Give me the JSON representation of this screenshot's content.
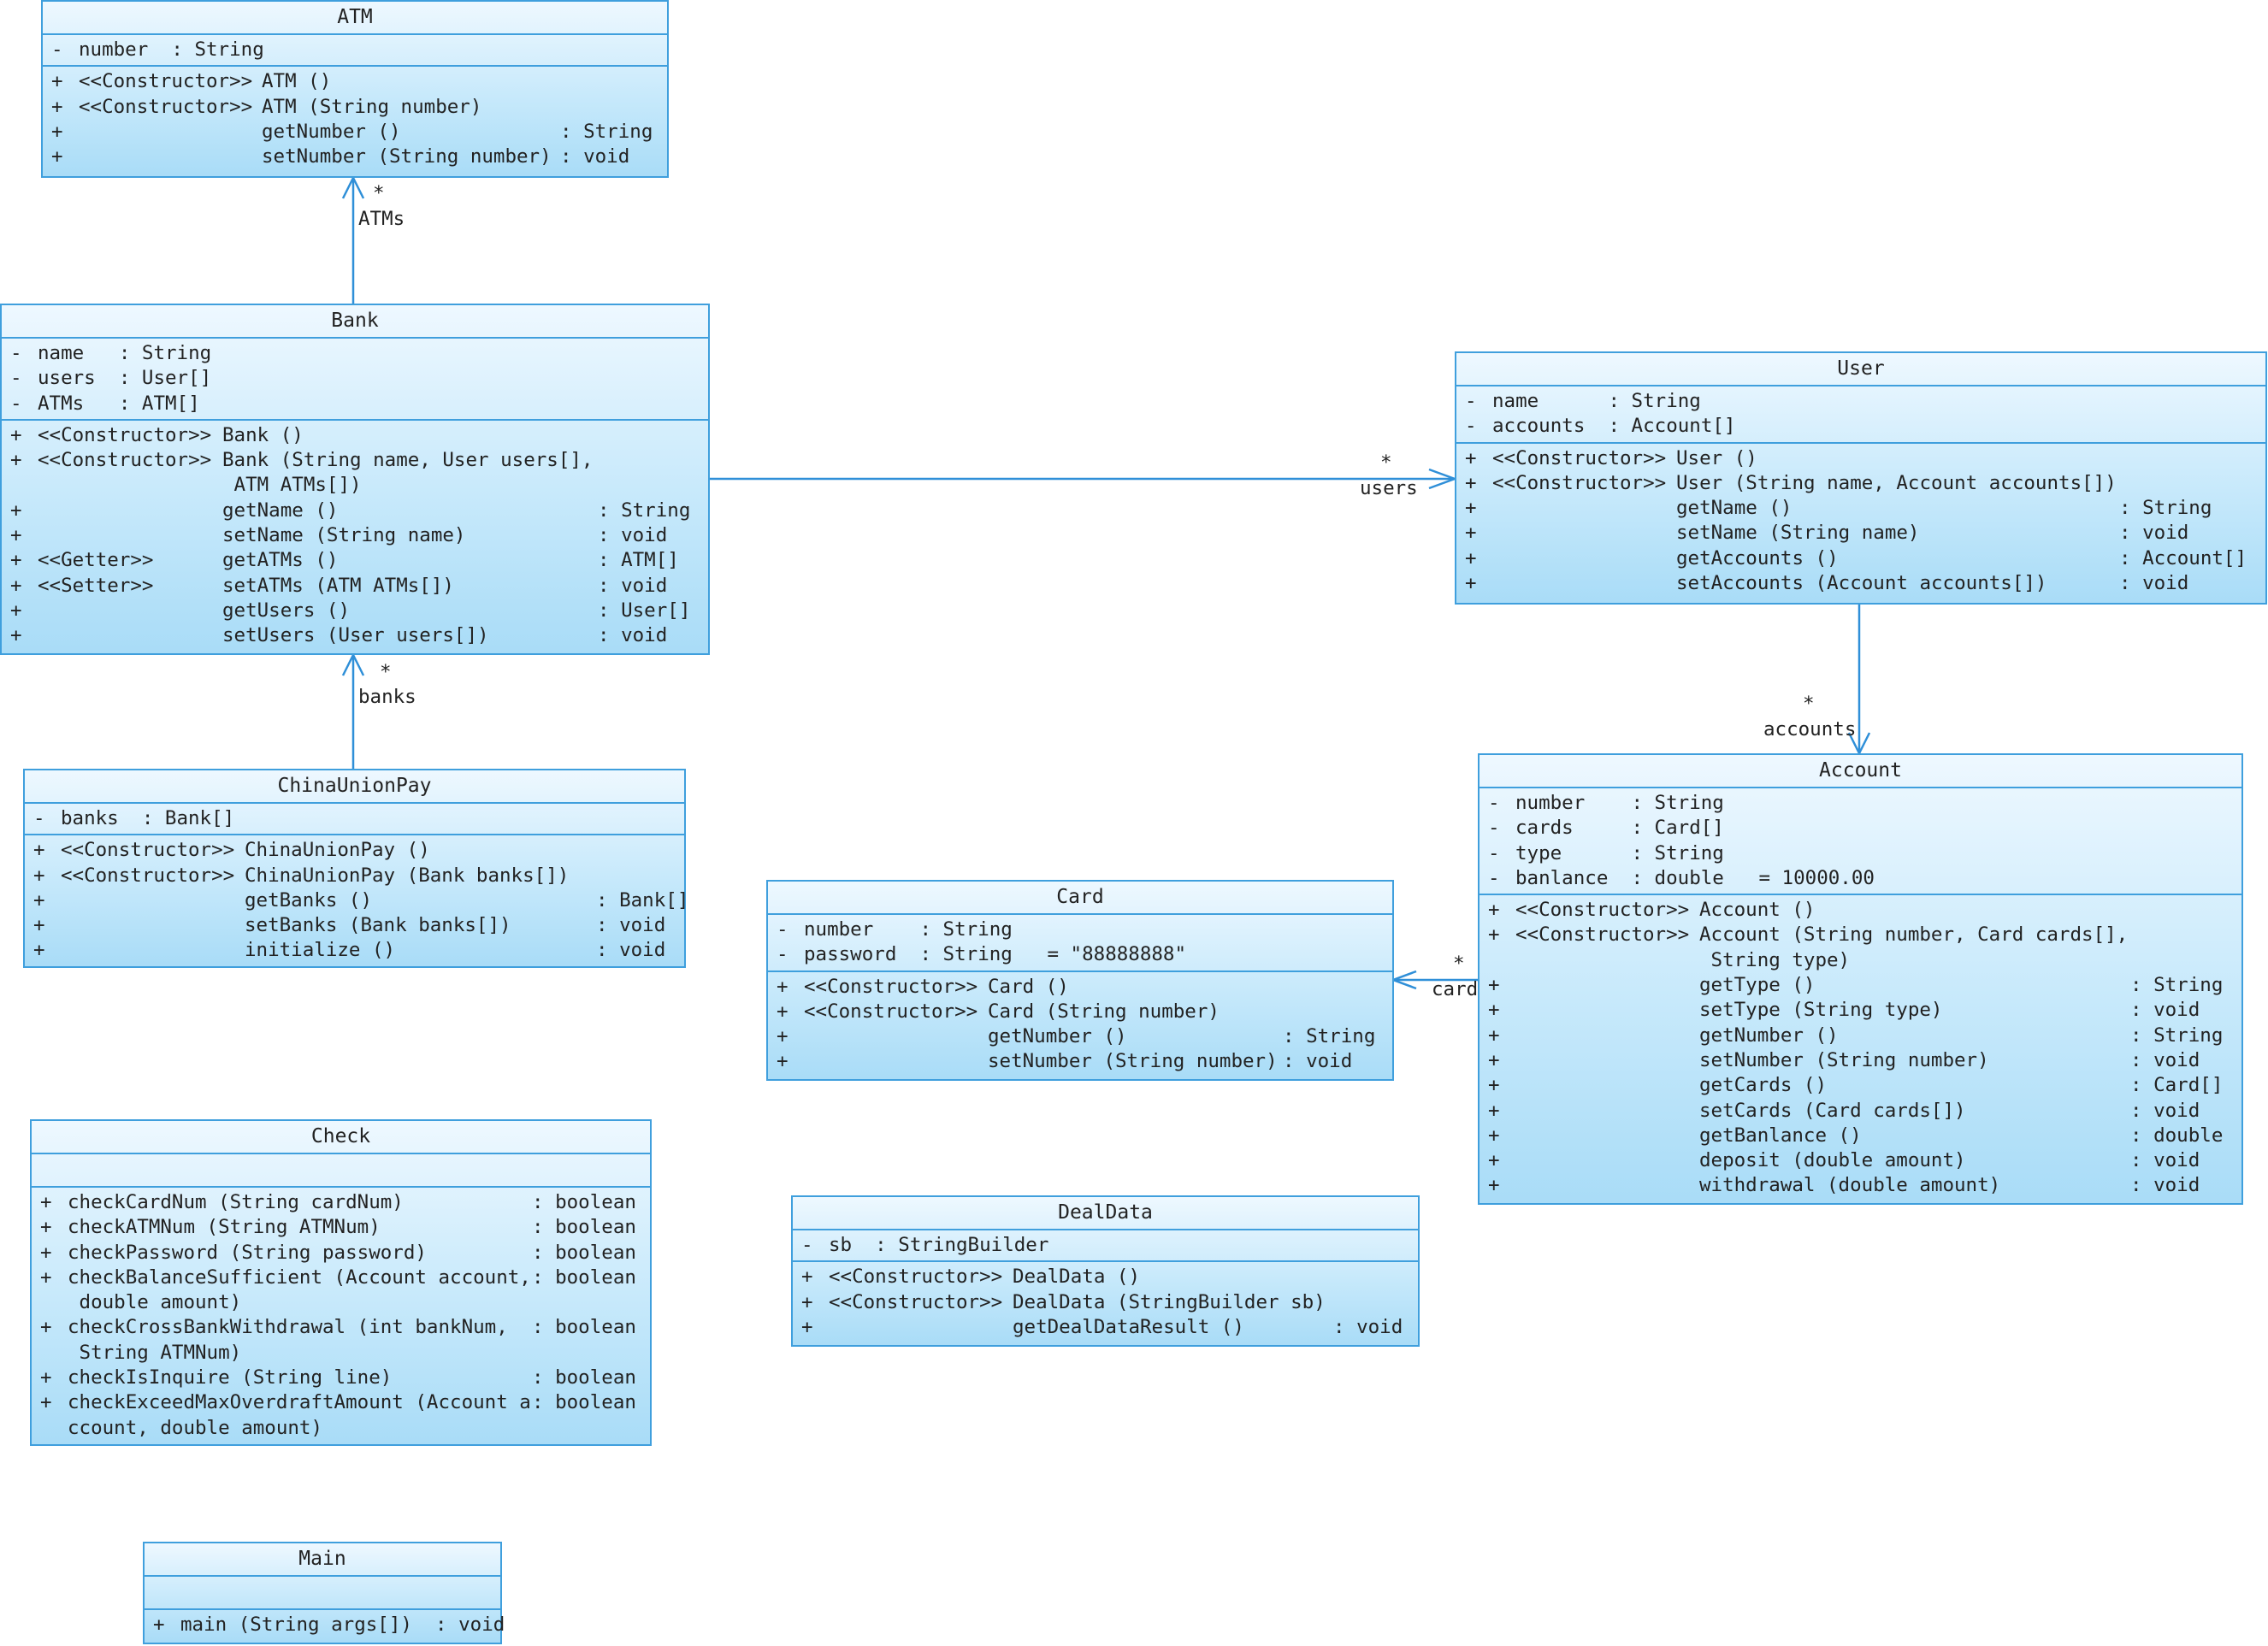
{
  "classes": {
    "atm": {
      "name": "ATM",
      "attributes": [
        {
          "vis": "-",
          "text": "number  : String"
        }
      ],
      "operations": [
        {
          "vis": "+",
          "stereo": "<<Constructor>>",
          "sig": "ATM ()",
          "ret": ""
        },
        {
          "vis": "+",
          "stereo": "<<Constructor>>",
          "sig": "ATM (String number)",
          "ret": ""
        },
        {
          "vis": "+",
          "stereo": "",
          "sig": "getNumber ()",
          "ret": ": String"
        },
        {
          "vis": "+",
          "stereo": "",
          "sig": "setNumber (String number)",
          "ret": ": void"
        }
      ]
    },
    "bank": {
      "name": "Bank",
      "attributes": [
        {
          "vis": "-",
          "text": "name   : String"
        },
        {
          "vis": "-",
          "text": "users  : User[]"
        },
        {
          "vis": "-",
          "text": "ATMs   : ATM[]"
        }
      ],
      "operations": [
        {
          "vis": "+",
          "stereo": "<<Constructor>>",
          "sig": "Bank ()",
          "ret": ""
        },
        {
          "vis": "+",
          "stereo": "<<Constructor>>",
          "sig": "Bank (String name, User users[],",
          "ret": ""
        },
        {
          "vis": "",
          "stereo": "",
          "sig": " ATM ATMs[])",
          "ret": ""
        },
        {
          "vis": "+",
          "stereo": "",
          "sig": "getName ()",
          "ret": ": String"
        },
        {
          "vis": "+",
          "stereo": "",
          "sig": "setName (String name)",
          "ret": ": void"
        },
        {
          "vis": "+",
          "stereo": "<<Getter>>",
          "sig": "getATMs ()",
          "ret": ": ATM[]"
        },
        {
          "vis": "+",
          "stereo": "<<Setter>>",
          "sig": "setATMs (ATM ATMs[])",
          "ret": ": void"
        },
        {
          "vis": "+",
          "stereo": "",
          "sig": "getUsers ()",
          "ret": ": User[]"
        },
        {
          "vis": "+",
          "stereo": "",
          "sig": "setUsers (User users[])",
          "ret": ": void"
        }
      ]
    },
    "chinaunionpay": {
      "name": "ChinaUnionPay",
      "attributes": [
        {
          "vis": "-",
          "text": "banks  : Bank[]"
        }
      ],
      "operations": [
        {
          "vis": "+",
          "stereo": "<<Constructor>>",
          "sig": "ChinaUnionPay ()",
          "ret": ""
        },
        {
          "vis": "+",
          "stereo": "<<Constructor>>",
          "sig": "ChinaUnionPay (Bank banks[])",
          "ret": ""
        },
        {
          "vis": "+",
          "stereo": "",
          "sig": "getBanks ()",
          "ret": ": Bank[]"
        },
        {
          "vis": "+",
          "stereo": "",
          "sig": "setBanks (Bank banks[])",
          "ret": ": void"
        },
        {
          "vis": "+",
          "stereo": "",
          "sig": "initialize ()",
          "ret": ": void"
        }
      ]
    },
    "user": {
      "name": "User",
      "attributes": [
        {
          "vis": "-",
          "text": "name      : String"
        },
        {
          "vis": "-",
          "text": "accounts  : Account[]"
        }
      ],
      "operations": [
        {
          "vis": "+",
          "stereo": "<<Constructor>>",
          "sig": "User ()",
          "ret": ""
        },
        {
          "vis": "+",
          "stereo": "<<Constructor>>",
          "sig": "User (String name, Account accounts[])",
          "ret": ""
        },
        {
          "vis": "+",
          "stereo": "",
          "sig": "getName ()",
          "ret": ": String"
        },
        {
          "vis": "+",
          "stereo": "",
          "sig": "setName (String name)",
          "ret": ": void"
        },
        {
          "vis": "+",
          "stereo": "",
          "sig": "getAccounts ()",
          "ret": ": Account[]"
        },
        {
          "vis": "+",
          "stereo": "",
          "sig": "setAccounts (Account accounts[])",
          "ret": ": void"
        }
      ]
    },
    "account": {
      "name": "Account",
      "attributes": [
        {
          "vis": "-",
          "text": "number    : String"
        },
        {
          "vis": "-",
          "text": "cards     : Card[]"
        },
        {
          "vis": "-",
          "text": "type      : String"
        },
        {
          "vis": "-",
          "text": "banlance  : double   = 10000.00"
        }
      ],
      "operations": [
        {
          "vis": "+",
          "stereo": "<<Constructor>>",
          "sig": "Account ()",
          "ret": ""
        },
        {
          "vis": "+",
          "stereo": "<<Constructor>>",
          "sig": "Account (String number, Card cards[],",
          "ret": ""
        },
        {
          "vis": "",
          "stereo": "",
          "sig": " String type)",
          "ret": ""
        },
        {
          "vis": "+",
          "stereo": "",
          "sig": "getType ()",
          "ret": ": String"
        },
        {
          "vis": "+",
          "stereo": "",
          "sig": "setType (String type)",
          "ret": ": void"
        },
        {
          "vis": "+",
          "stereo": "",
          "sig": "getNumber ()",
          "ret": ": String"
        },
        {
          "vis": "+",
          "stereo": "",
          "sig": "setNumber (String number)",
          "ret": ": void"
        },
        {
          "vis": "+",
          "stereo": "",
          "sig": "getCards ()",
          "ret": ": Card[]"
        },
        {
          "vis": "+",
          "stereo": "",
          "sig": "setCards (Card cards[])",
          "ret": ": void"
        },
        {
          "vis": "+",
          "stereo": "",
          "sig": "getBanlance ()",
          "ret": ": double"
        },
        {
          "vis": "+",
          "stereo": "",
          "sig": "deposit (double amount)",
          "ret": ": void"
        },
        {
          "vis": "+",
          "stereo": "",
          "sig": "withdrawal (double amount)",
          "ret": ": void"
        }
      ]
    },
    "card": {
      "name": "Card",
      "attributes": [
        {
          "vis": "-",
          "text": "number    : String"
        },
        {
          "vis": "-",
          "text": "password  : String   = \"88888888\""
        }
      ],
      "operations": [
        {
          "vis": "+",
          "stereo": "<<Constructor>>",
          "sig": "Card ()",
          "ret": ""
        },
        {
          "vis": "+",
          "stereo": "<<Constructor>>",
          "sig": "Card (String number)",
          "ret": ""
        },
        {
          "vis": "+",
          "stereo": "",
          "sig": "getNumber ()",
          "ret": ": String"
        },
        {
          "vis": "+",
          "stereo": "",
          "sig": "setNumber (String number)",
          "ret": ": void"
        }
      ]
    },
    "check": {
      "name": "Check",
      "attributes": [],
      "operations": [
        {
          "vis": "+",
          "sig": "checkCardNum (String cardNum)",
          "ret": ": boolean"
        },
        {
          "vis": "+",
          "sig": "checkATMNum (String ATMNum)",
          "ret": ": boolean"
        },
        {
          "vis": "+",
          "sig": "checkPassword (String password)",
          "ret": ": boolean"
        },
        {
          "vis": "+",
          "sig": "checkBalanceSufficient (Account account,",
          "ret": ": boolean"
        },
        {
          "vis": "",
          "sig": " double amount)",
          "ret": ""
        },
        {
          "vis": "+",
          "sig": "checkCrossBankWithdrawal (int bankNum,",
          "ret": ": boolean"
        },
        {
          "vis": "",
          "sig": " String ATMNum)",
          "ret": ""
        },
        {
          "vis": "+",
          "sig": "checkIsInquire (String line)",
          "ret": ": boolean"
        },
        {
          "vis": "+",
          "sig": "checkExceedMaxOverdraftAmount (Account a",
          "ret": ": boolean"
        },
        {
          "vis": "",
          "sig": "ccount, double amount)",
          "ret": ""
        }
      ]
    },
    "dealdata": {
      "name": "DealData",
      "attributes": [
        {
          "vis": "-",
          "text": "sb  : StringBuilder"
        }
      ],
      "operations": [
        {
          "vis": "+",
          "stereo": "<<Constructor>>",
          "sig": "DealData ()",
          "ret": ""
        },
        {
          "vis": "+",
          "stereo": "<<Constructor>>",
          "sig": "DealData (StringBuilder sb)",
          "ret": ""
        },
        {
          "vis": "+",
          "stereo": "",
          "sig": "getDealDataResult ()",
          "ret": ": void"
        }
      ]
    },
    "main": {
      "name": "Main",
      "attributes": [],
      "operations": [
        {
          "vis": "+",
          "sig": "main (String args[])  : void",
          "ret": ""
        }
      ]
    }
  },
  "associations": [
    {
      "from": "Bank",
      "to": "ATM",
      "role": "ATMs",
      "multiplicity": "*"
    },
    {
      "from": "ChinaUnionPay",
      "to": "Bank",
      "role": "banks",
      "multiplicity": "*"
    },
    {
      "from": "Bank",
      "to": "User",
      "role": "users",
      "multiplicity": "*"
    },
    {
      "from": "User",
      "to": "Account",
      "role": "accounts",
      "multiplicity": "*"
    },
    {
      "from": "Account",
      "to": "Card",
      "role": "card",
      "multiplicity": "*"
    }
  ],
  "colors": {
    "border": "#3f9fdd",
    "line": "#2f8fd8"
  }
}
